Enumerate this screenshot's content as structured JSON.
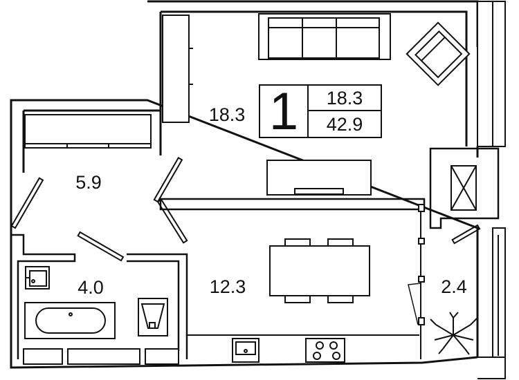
{
  "apartment": {
    "rooms_count": "1",
    "living_area": "18.3",
    "total_area": "42.9"
  },
  "rooms": {
    "living_room": "18.3",
    "hallway": "5.9",
    "bathroom": "4.0",
    "kitchen": "12.3",
    "loggia": "2.4"
  },
  "colors": {
    "line": "#111111",
    "background": "#ffffff",
    "furniture_fill": "#f4f4f4"
  }
}
